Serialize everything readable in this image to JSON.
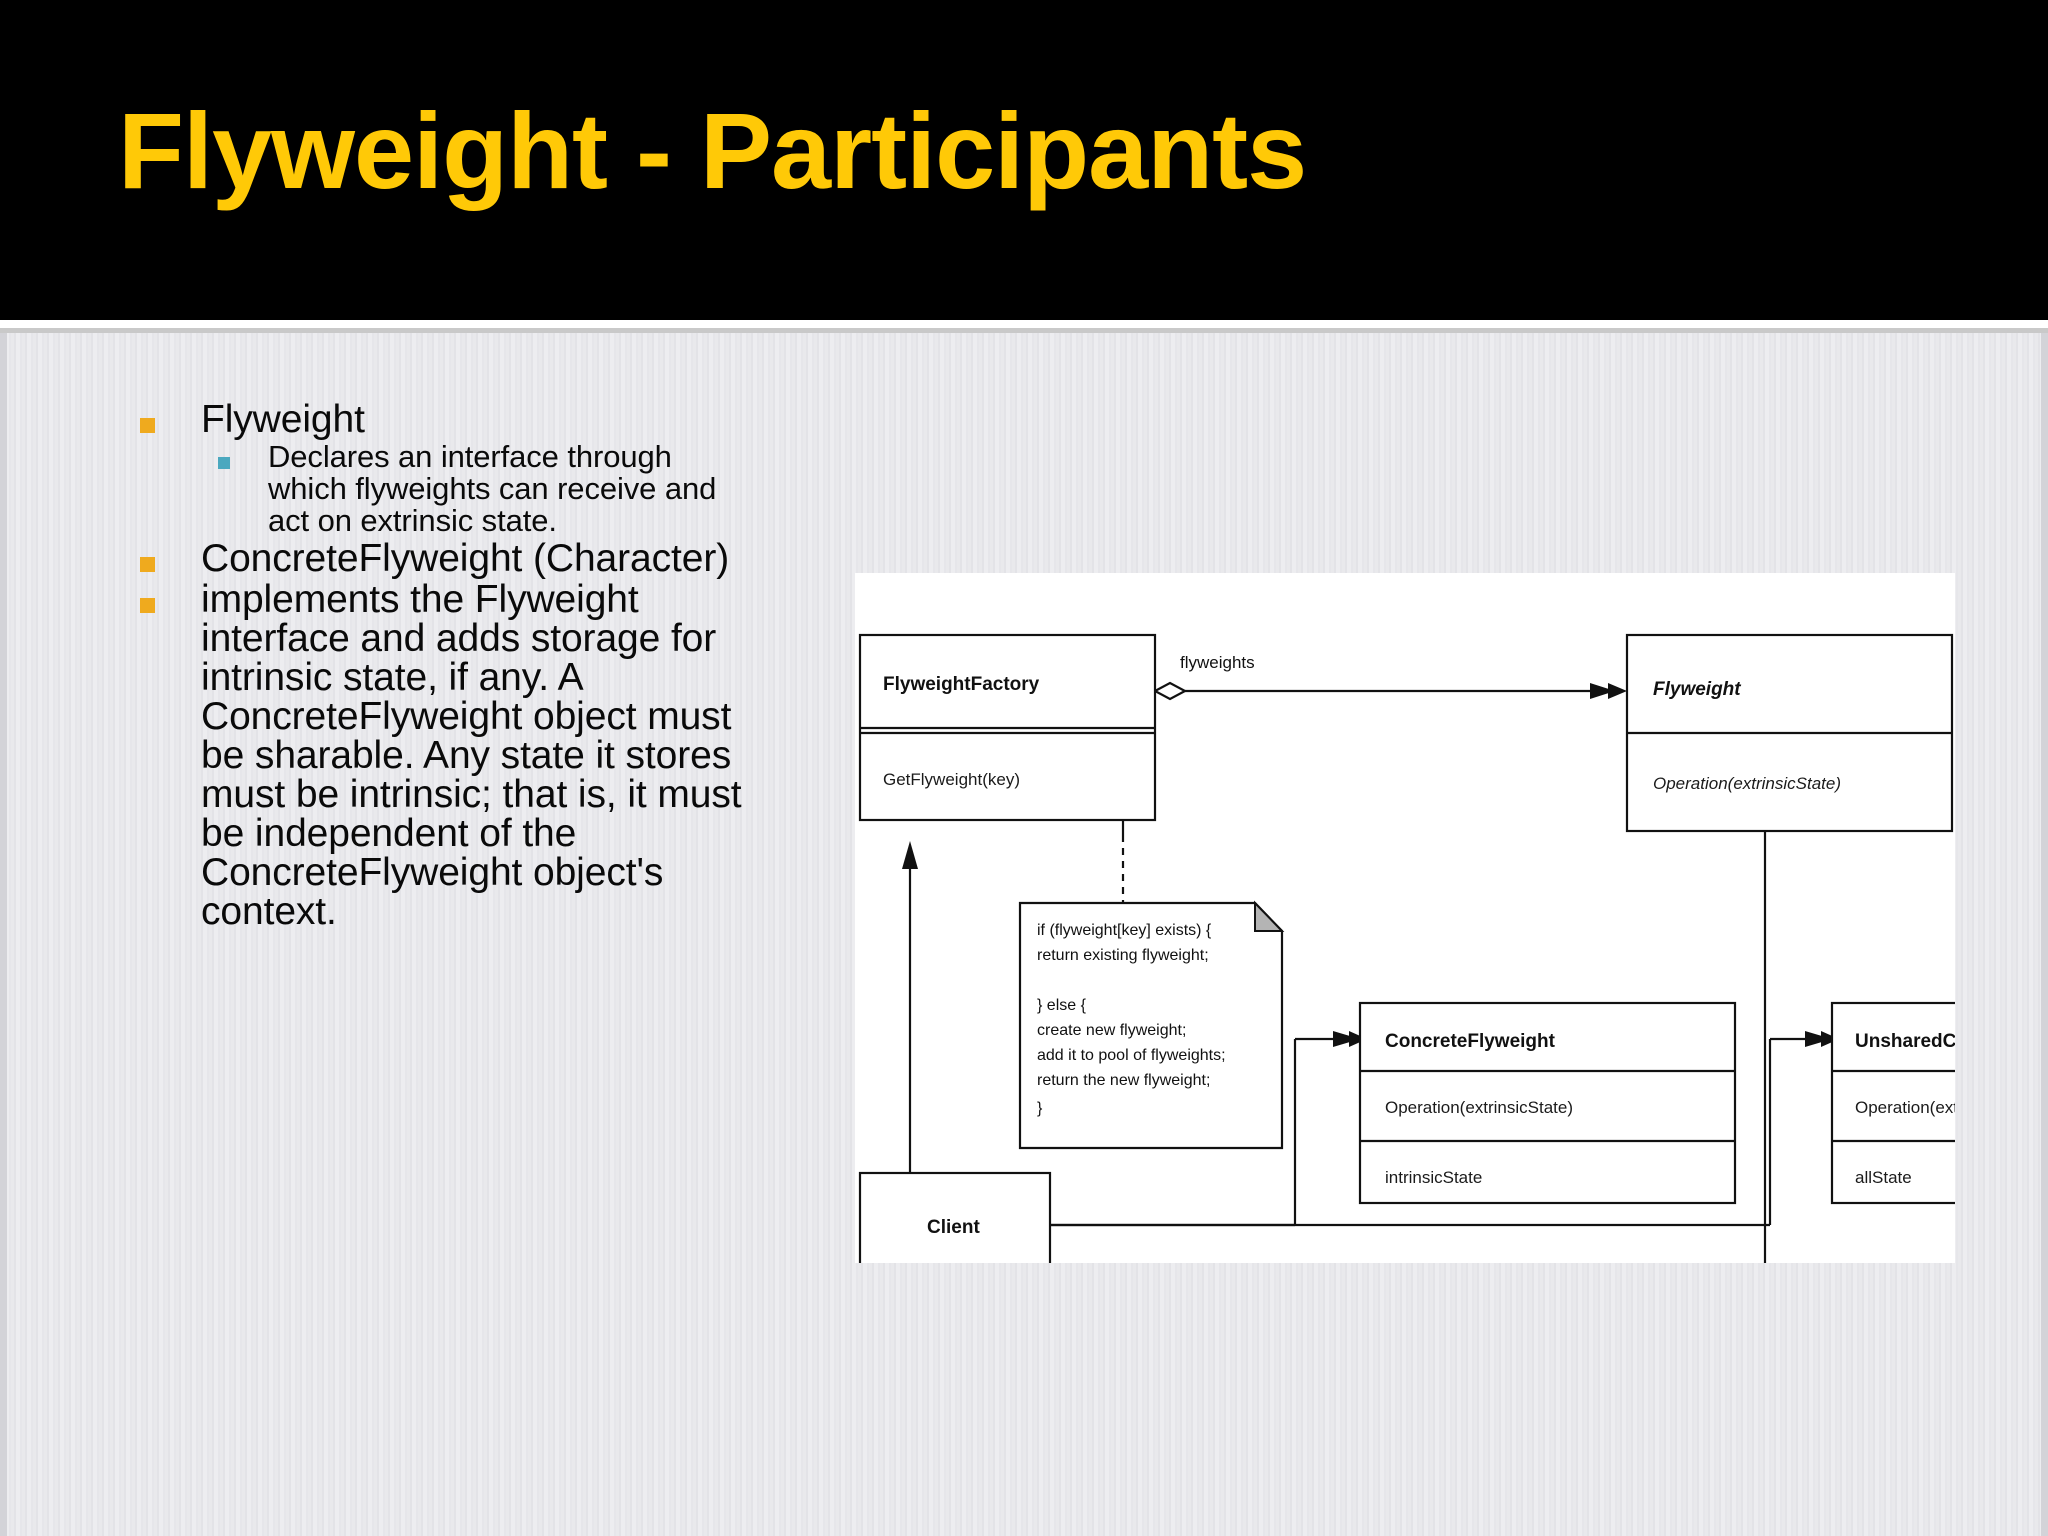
{
  "slide": {
    "title": "Flyweight - Participants",
    "title_color": "#FFC907",
    "title_bg": "#000000"
  },
  "bullets": [
    {
      "level": 1,
      "bullet_color": "#EFAA1E",
      "text": "Flyweight"
    },
    {
      "level": 2,
      "bullet_color": "#4BA8BF",
      "text": "Declares an interface through which flyweights can receive and act on extrinsic state."
    },
    {
      "level": 1,
      "bullet_color": "#EFAA1E",
      "text": "ConcreteFlyweight (Character)"
    },
    {
      "level": 1,
      "bullet_color": "#EFAA1E",
      "text": "implements the Flyweight interface and adds storage for intrinsic state, if any. A ConcreteFlyweight object must be sharable. Any state it stores must be intrinsic; that is, it must be independent of the ConcreteFlyweight object's context."
    }
  ],
  "diagram": {
    "type": "uml-class-diagram",
    "classes": [
      {
        "id": "flyweight-factory",
        "name": "FlyweightFactory",
        "name_style": "bold",
        "operations": [
          "GetFlyweight(key)"
        ],
        "attributes": []
      },
      {
        "id": "flyweight",
        "name": "Flyweight",
        "name_style": "bold-italic",
        "operations": [
          "Operation(extrinsicState)"
        ],
        "attributes": []
      },
      {
        "id": "concrete-flyweight",
        "name": "ConcreteFlyweight",
        "name_style": "bold",
        "operations": [
          "Operation(extrinsicState)"
        ],
        "attributes": [
          "intrinsicState"
        ]
      },
      {
        "id": "unshared-concrete-flyweight",
        "name": "UnsharedConcreteFlyweight",
        "name_style": "bold",
        "operations": [
          "Operation(extrinsicState)"
        ],
        "attributes": [
          "allState"
        ]
      },
      {
        "id": "client",
        "name": "Client",
        "name_style": "bold",
        "operations": [],
        "attributes": []
      }
    ],
    "association_label": "flyweights",
    "note": {
      "lines": [
        "if (flyweight[key] exists) {",
        "     return existing flyweight;",
        "",
        "} else {",
        "     create new flyweight;",
        "     add it to pool of flyweights;",
        "     return the new flyweight;",
        "}"
      ]
    },
    "relationships": [
      "FlyweightFactory aggregates Flyweight (flyweights)",
      "ConcreteFlyweight inherits Flyweight",
      "UnsharedConcreteFlyweight inherits Flyweight",
      "Client references FlyweightFactory",
      "Client references ConcreteFlyweight",
      "Client references UnsharedConcreteFlyweight"
    ]
  }
}
